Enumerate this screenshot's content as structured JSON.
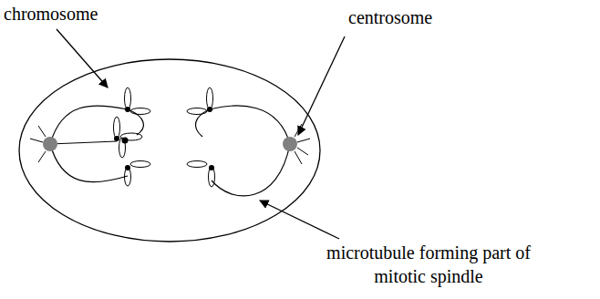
{
  "diagram": {
    "labels": [
      "chromosome",
      "centrosome",
      "microtubule forming part of mitotic spindle"
    ]
  }
}
